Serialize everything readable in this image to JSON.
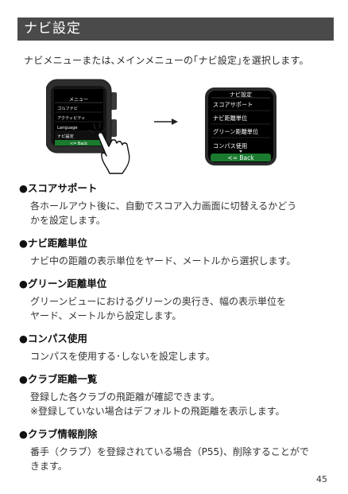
{
  "header": {
    "title": "ナビ設定"
  },
  "intro": "ナビメニューまたは､メインメニューの｢ナビ設定｣を選択します。",
  "watch1": {
    "title": "メニュー",
    "items": [
      "ゴルフナビ",
      "アクティビティ",
      "Language",
      "ナビ設定"
    ],
    "back": "<= Back"
  },
  "watch2": {
    "title": "ナビ設定",
    "items": [
      "スコアサポート",
      "ナビ距離単位",
      "グリーン距離単位",
      "コンパス使用"
    ],
    "back": "<= Back"
  },
  "sections": [
    {
      "heading": "●スコアサポート",
      "lines": [
        "各ホールアウト後に、自動でスコア入力画面に切替えるかどう",
        "かを設定します。"
      ]
    },
    {
      "heading": "●ナビ距離単位",
      "lines": [
        "ナビ中の距離の表示単位をヤード、メートルから選択します。"
      ]
    },
    {
      "heading": "●グリーン距離単位",
      "lines": [
        "グリーンビューにおけるグリーンの奥行き、幅の表示単位を",
        "ヤード、メートルから設定します。"
      ]
    },
    {
      "heading": "●コンパス使用",
      "lines": [
        "コンパスを使用する･しないを設定します。"
      ]
    },
    {
      "heading": "●クラブ距離一覧",
      "lines": [
        "登録した各クラブの飛距離が確認できます。",
        "※登録していない場合はデフォルトの飛距離を表示します。"
      ]
    },
    {
      "heading": "●クラブ情報削除",
      "lines": [
        "番手（クラブ）を登録されている場合（P55)、削除することがで",
        "きます。"
      ]
    }
  ],
  "page_number": "45",
  "colors": {
    "title_bar": "#4a4a4a",
    "menu_green": "#1a7a2e",
    "watch_body": "#2e2e2e"
  }
}
